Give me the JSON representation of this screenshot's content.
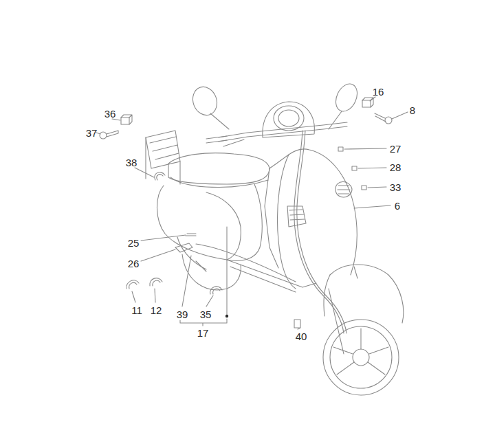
{
  "diagram": {
    "labels": [
      "36",
      "37",
      "16",
      "8",
      "38",
      "27",
      "28",
      "33",
      "6",
      "25",
      "26",
      "11",
      "12",
      "39",
      "35",
      "17",
      "40"
    ]
  }
}
